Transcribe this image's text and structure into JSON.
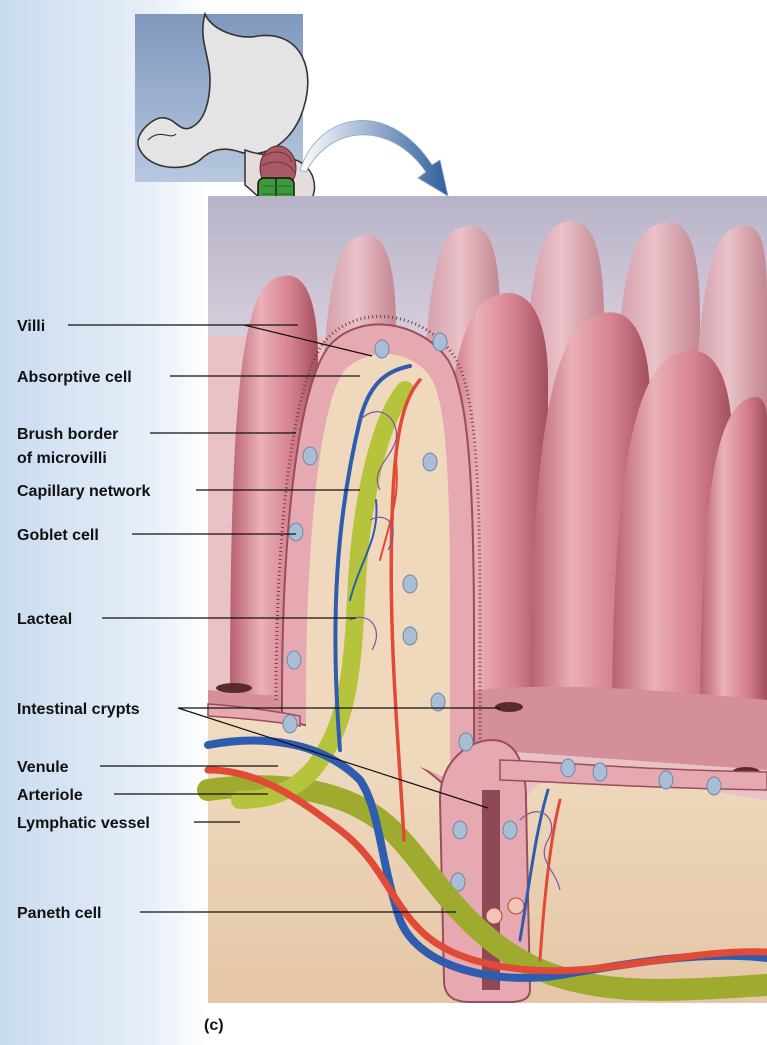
{
  "labels": {
    "villi": "Villi",
    "absorptive_cell": "Absorptive cell",
    "brush_border_line1": "Brush border",
    "brush_border_line2": "of microvilli",
    "capillary_network": "Capillary network",
    "goblet_cell": "Goblet cell",
    "lacteal": "Lacteal",
    "intestinal_crypts": "Intestinal crypts",
    "venule": "Venule",
    "arteriole": "Arteriole",
    "lymphatic_vessel": "Lymphatic vessel",
    "paneth_cell": "Paneth cell"
  },
  "panel_letter": "(c)",
  "colors": {
    "villus_pink": "#e8a6ae",
    "villus_dark": "#b05f6c",
    "tissue_tan": "#ecd2b4",
    "lacteal_green": "#b5c43c",
    "venule_blue": "#2e5cae",
    "arteriole_red": "#e04a36",
    "goblet_blue": "#a9bed6",
    "background_blue": "#d9e6f3"
  }
}
